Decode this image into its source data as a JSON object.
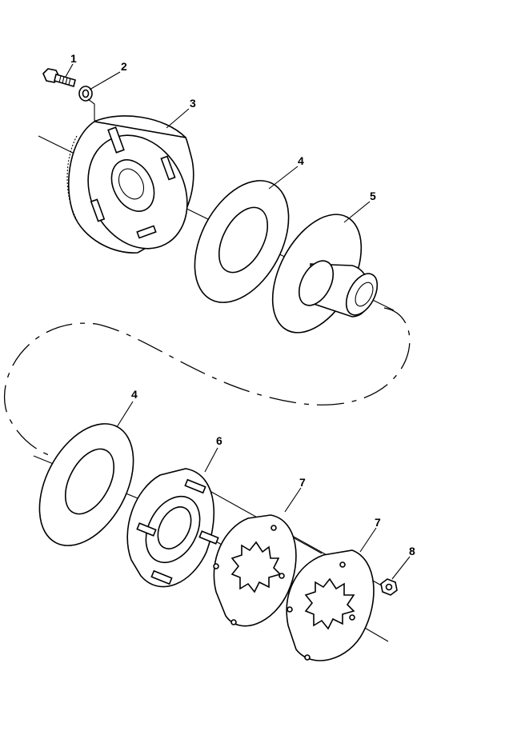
{
  "diagram": {
    "callouts": [
      {
        "id": "1",
        "label": "1"
      },
      {
        "id": "2",
        "label": "2"
      },
      {
        "id": "3",
        "label": "3"
      },
      {
        "id": "4a",
        "label": "4"
      },
      {
        "id": "5",
        "label": "5"
      },
      {
        "id": "4b",
        "label": "4"
      },
      {
        "id": "6",
        "label": "6"
      },
      {
        "id": "7a",
        "label": "7"
      },
      {
        "id": "7b",
        "label": "7"
      },
      {
        "id": "8",
        "label": "8"
      }
    ],
    "line_color": "#000000",
    "background": "#ffffff"
  }
}
